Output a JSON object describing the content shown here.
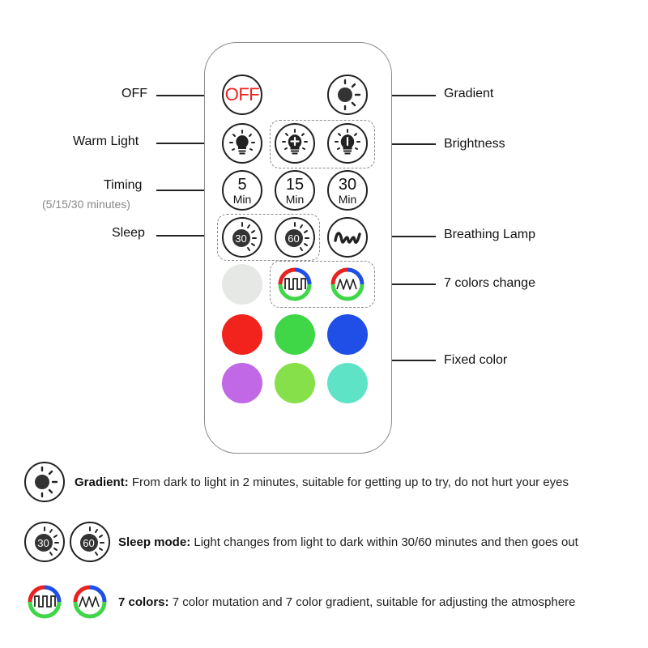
{
  "labels": {
    "off": "OFF",
    "warm_light": "Warm Light",
    "timing": "Timing",
    "timing_sub": "(5/15/30 minutes)",
    "sleep": "Sleep",
    "gradient": "Gradient",
    "brightness": "Brightness",
    "breathing_lamp": "Breathing Lamp",
    "seven_colors_change": "7 colors change",
    "fixed_color": "Fixed color"
  },
  "buttons": {
    "off_text": "OFF",
    "timer_5": "5",
    "timer_15": "15",
    "timer_30": "30",
    "timer_unit": "Min",
    "sleep_30": "30",
    "sleep_60": "60"
  },
  "colors": {
    "off_red": "#e8231f",
    "white": "#e6e8e6",
    "red": "#f2231c",
    "green": "#3fd648",
    "blue": "#1f4fe6",
    "purple": "#c168e6",
    "lime": "#86e04a",
    "aqua": "#5fe3c6",
    "ring_red": "#e8231f",
    "ring_blue": "#1f4fe6",
    "ring_green": "#3fd648"
  },
  "legend": {
    "gradient_title": "Gradient:",
    "gradient_desc": "From dark to light in 2 minutes, suitable for getting up to try, do not hurt your eyes",
    "sleep_title": "Sleep mode:",
    "sleep_desc": "Light changes from light to dark within 30/60 minutes and then goes out",
    "sleep_30": "30",
    "sleep_60": "60",
    "colors_title": "7 colors:",
    "colors_desc": "7 color mutation and 7 color gradient, suitable for adjusting the atmosphere"
  }
}
